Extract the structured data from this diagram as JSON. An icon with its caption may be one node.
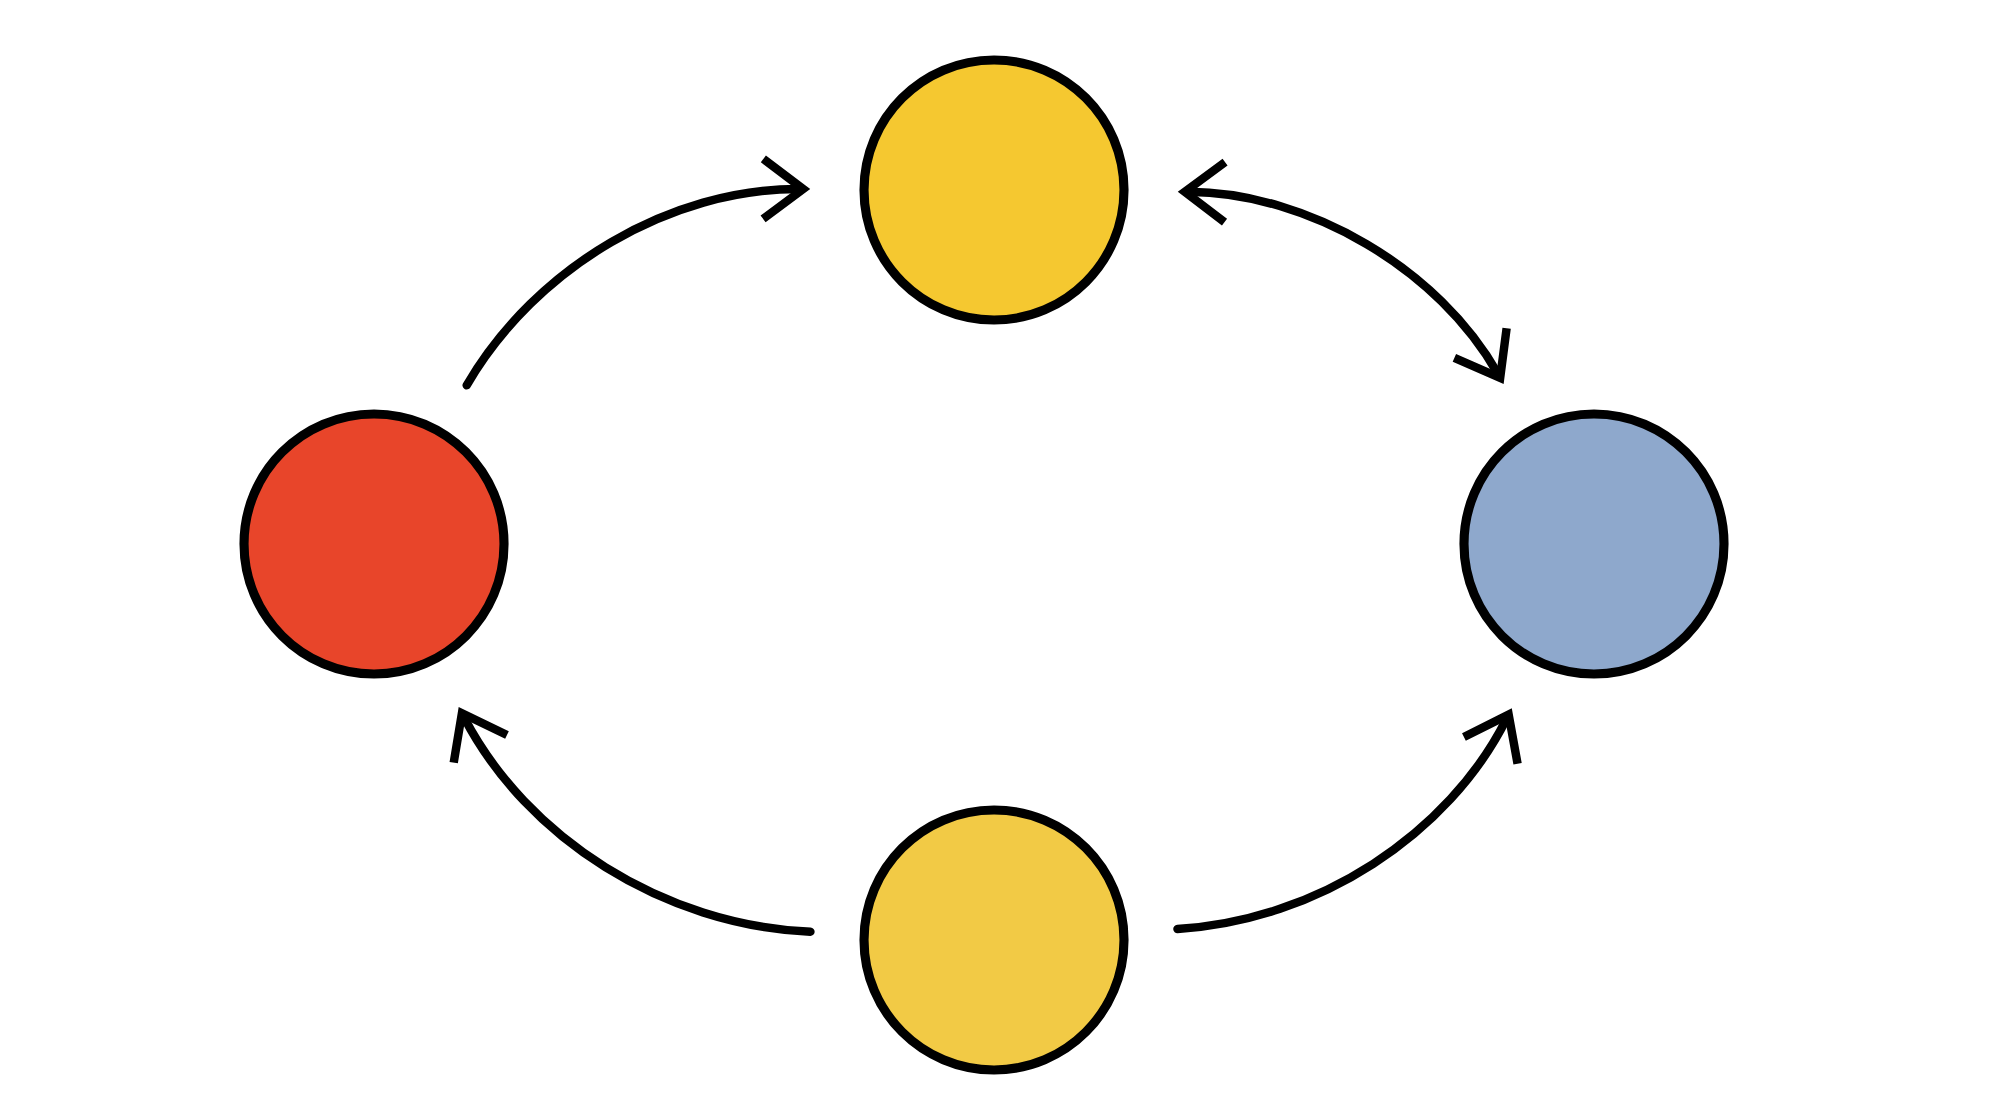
{
  "diagram": {
    "nodes": [
      {
        "text": [],
        "shape": "circle"
      },
      {
        "text": [],
        "shape": "circle"
      },
      {
        "text": [],
        "shape": "circle"
      },
      {
        "text": [],
        "shape": "circle"
      }
    ],
    "edges": [
      {
        "from": 1,
        "to": 0,
        "arrow": "to"
      },
      {
        "from": 0,
        "to": 2,
        "arrow": "both"
      },
      {
        "from": 3,
        "to": 1,
        "arrow": "to"
      },
      {
        "from": 3,
        "to": 2,
        "arrow": "to"
      }
    ]
  }
}
